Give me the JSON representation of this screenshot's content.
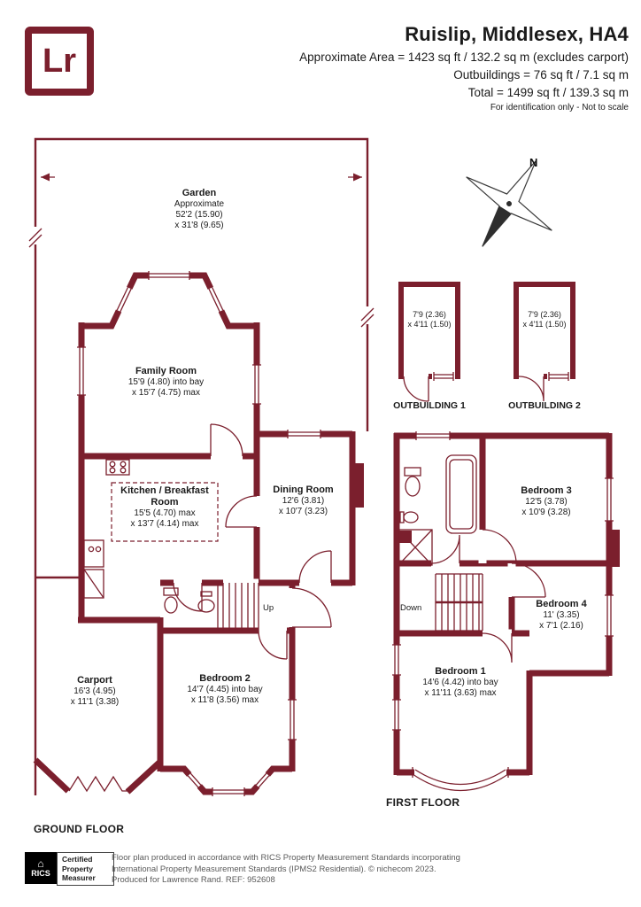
{
  "header": {
    "logo_text": "Lr",
    "title": "Ruislip, Middlesex, HA4",
    "area_lines": [
      "Approximate Area = 1423 sq ft / 132.2 sq m (excludes carport)",
      "Outbuildings = 76 sq ft / 7.1 sq m",
      "Total = 1499 sq ft / 139.3 sq m"
    ],
    "disclaimer": "For identification only - Not to scale"
  },
  "compass": {
    "north": "N"
  },
  "ground_floor": {
    "floor_label": "GROUND FLOOR",
    "stairs_label": "Up",
    "rooms": {
      "garden": {
        "name": "Garden",
        "dims": [
          "Approximate",
          "52'2 (15.90)",
          "x 31'8 (9.65)"
        ]
      },
      "family_room": {
        "name": "Family Room",
        "dims": [
          "15'9 (4.80) into bay",
          "x 15'7 (4.75) max"
        ]
      },
      "kitchen": {
        "name": "Kitchen / Breakfast Room",
        "dims": [
          "15'5 (4.70) max",
          "x 13'7 (4.14) max"
        ]
      },
      "dining_room": {
        "name": "Dining Room",
        "dims": [
          "12'6 (3.81)",
          "x 10'7 (3.23)"
        ]
      },
      "carport": {
        "name": "Carport",
        "dims": [
          "16'3 (4.95)",
          "x 11'1 (3.38)"
        ]
      },
      "bedroom_2": {
        "name": "Bedroom 2",
        "dims": [
          "14'7 (4.45) into bay",
          "x 11'8 (3.56) max"
        ]
      }
    }
  },
  "first_floor": {
    "floor_label": "FIRST FLOOR",
    "stairs_label": "Down",
    "rooms": {
      "bedroom_1": {
        "name": "Bedroom 1",
        "dims": [
          "14'6 (4.42) into bay",
          "x 11'11 (3.63) max"
        ]
      },
      "bedroom_3": {
        "name": "Bedroom 3",
        "dims": [
          "12'5 (3.78)",
          "x 10'9 (3.28)"
        ]
      },
      "bedroom_4": {
        "name": "Bedroom 4",
        "dims": [
          "11' (3.35)",
          "x 7'1 (2.16)"
        ]
      }
    }
  },
  "outbuildings": {
    "outbuilding_1": {
      "label": "OUTBUILDING 1",
      "dims": [
        "7'9 (2.36)",
        "x 4'11 (1.50)"
      ]
    },
    "outbuilding_2": {
      "label": "OUTBUILDING 2",
      "dims": [
        "7'9 (2.36)",
        "x 4'11 (1.50)"
      ]
    }
  },
  "footer": {
    "rics_text": "RICS",
    "cert_lines": [
      "Certified",
      "Property",
      "Measurer"
    ],
    "lines": [
      "Floor plan produced in accordance with RICS Property Measurement Standards incorporating",
      "International Property Measurement Standards (IPMS2 Residential).  © nichecom 2023.",
      "Produced for Lawrence Rand.  REF: 952608"
    ]
  },
  "colors": {
    "wall": "#7b1f2d",
    "text": "#1a1a1a"
  }
}
